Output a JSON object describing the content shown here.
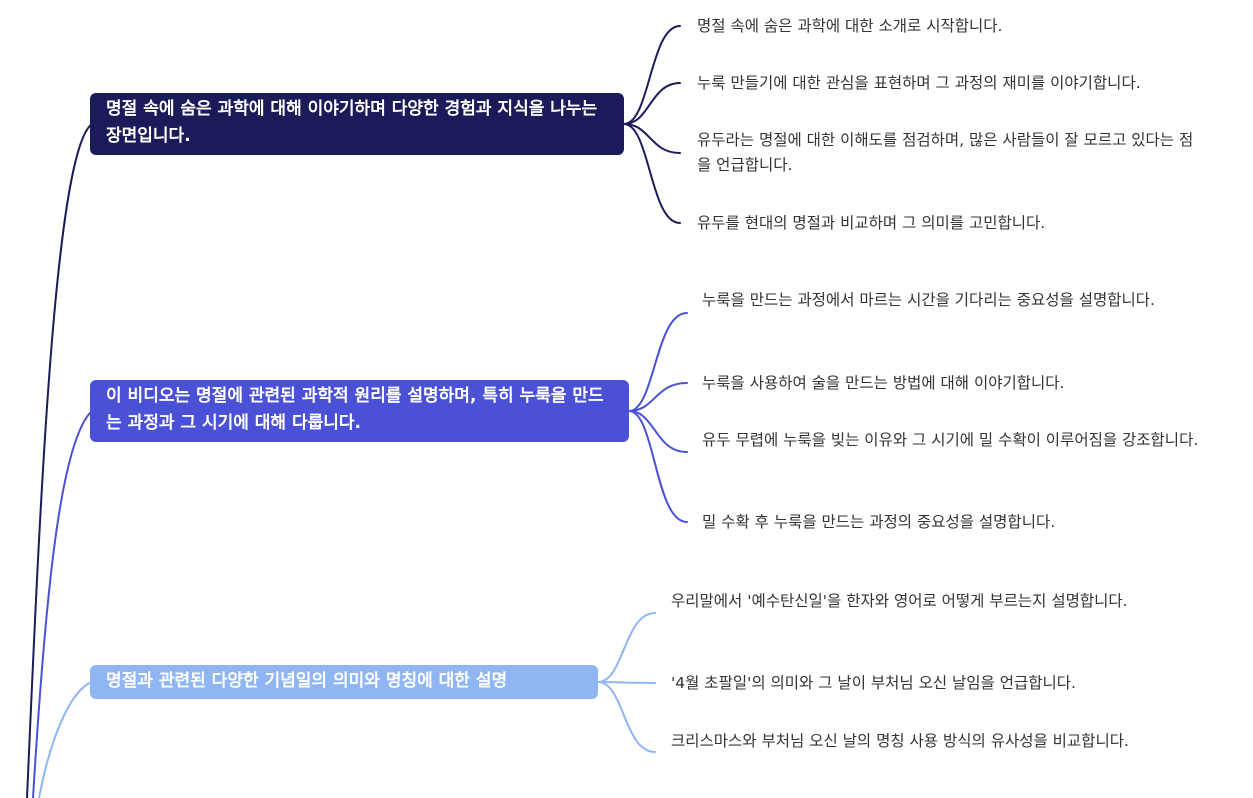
{
  "topics": [
    {
      "text": "명절 속에 숨은 과학에 대해 이야기하며 다양한 경험과 지식을 나누는 장면입니다.",
      "color": "#1c1b5a",
      "details": [
        "명절 속에 숨은 과학에 대한 소개로 시작합니다.",
        "누룩 만들기에 대한 관심을 표현하며 그 과정의 재미를 이야기합니다.",
        "유두라는 명절에 대한 이해도를 점검하며, 많은 사람들이 잘 모르고 있다는 점을 언급합니다.",
        "유두를 현대의 명절과 비교하며 그 의미를 고민합니다."
      ]
    },
    {
      "text": "이 비디오는 명절에 관련된 과학적 원리를 설명하며, 특히 누룩을 만드는 과정과 그 시기에 대해 다룹니다.",
      "color": "#4b51d6",
      "details": [
        "누룩을 만드는 과정에서 마르는 시간을 기다리는 중요성을 설명합니다.",
        "누룩을 사용하여 술을 만드는 방법에 대해 이야기합니다.",
        "유두 무렵에 누룩을 빚는 이유와 그 시기에 밀 수확이 이루어짐을 강조합니다.",
        "밀 수확 후 누룩을 만드는 과정의 중요성을 설명합니다."
      ]
    },
    {
      "text": "명절과 관련된 다양한 기념일의 의미와 명칭에 대한 설명",
      "color": "#8fb6f2",
      "details": [
        "우리말에서 '예수탄신일'을 한자와 영어로 어떻게 부르는지 설명합니다.",
        "'4월 초팔일'의 의미와 그 날이 부처님 오신 날임을 언급합니다.",
        "크리스마스와 부처님 오신 날의 명칭 사용 방식의 유사성을 비교합니다."
      ]
    }
  ]
}
